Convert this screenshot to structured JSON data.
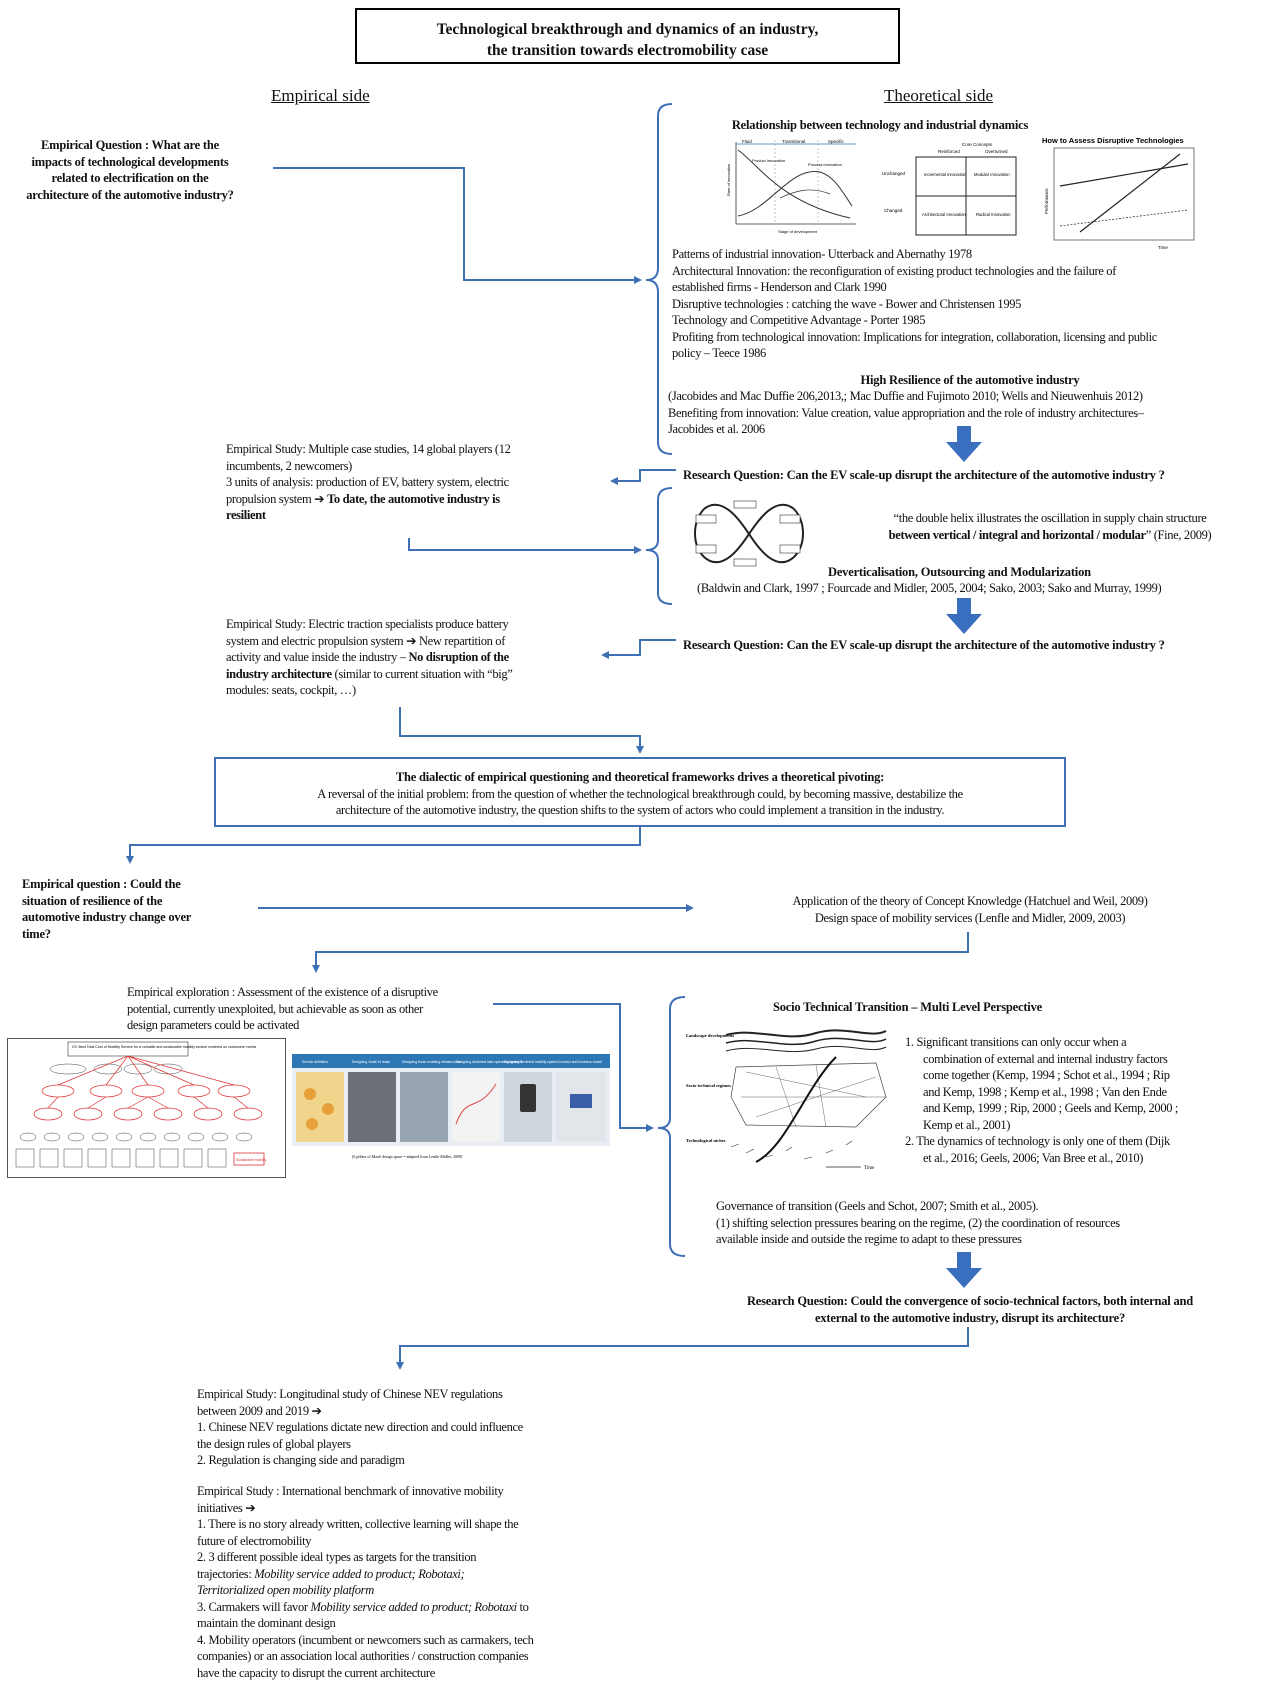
{
  "title": {
    "line1": "Technological breakthrough and dynamics of an industry,",
    "line2": "the transition  towards electromobility case"
  },
  "headers": {
    "empirical": "Empirical side",
    "theoretical": "Theoretical side"
  },
  "empirical_question_1": [
    "Empirical Question : What are the",
    "impacts of technological developments",
    "related to  electrification on the",
    "architecture of the automotive  industry?"
  ],
  "theory_block_1": {
    "heading": "Relationship between technology and  industrial dynamics",
    "references": [
      "Patterns of industrial innovation-  Utterback and Abernathy 1978",
      "Architectural Innovation: the reconfiguration of existing product technologies and the failure of",
      "established firms - Henderson and Clark 1990",
      "Disruptive technologies : catching the wave - Bower and Christensen 1995",
      "Technology and Competitive Advantage - Porter 1985",
      "Profiting from technological innovation: Implications for integration, collaboration, licensing and public",
      "policy – Teece 1986"
    ],
    "resilience_heading": "High Resilience of the automotive  industry",
    "resilience_refs": [
      "(Jacobides and Mac Duffie 206,2013,; Mac Duffie and Fujimoto 2010;  Wells and Nieuwenhuis 2012)",
      "Benefiting from innovation: Value creation, value appropriation and the role of industry architectures–",
      "Jacobides et al. 2006"
    ],
    "figures": {
      "utterback": {
        "phases": [
          "Fluid",
          "Transitional",
          "Specific"
        ],
        "labels": [
          "Product innovation",
          "Process innovation",
          "Rate of innovation",
          "Stage of development"
        ]
      },
      "henderson": {
        "top": "Core Concepts",
        "cols": [
          "Reinforced",
          "Overturned"
        ],
        "rows": [
          "Unchanged",
          "Changed"
        ],
        "cells": [
          "Incremental Innovation",
          "Modular Innovation",
          "Architectural Innovation",
          "Radical Innovation"
        ]
      },
      "christensen": {
        "title": "How to Assess Disruptive Technologies",
        "ylabel": "Performance",
        "xlabel": "Time"
      }
    }
  },
  "research_question_1": "Research Question: Can the EV scale-up disrupt the architecture of the automotive industry ?",
  "empirical_study_1": [
    "Empirical Study: Multiple case studies, 14 global players (12",
    "incumbents, 2 newcomers)",
    "3 units of analysis: production of EV, battery system, electric",
    "propulsion system",
    "To date,  the automotive  industry is",
    "resilient"
  ],
  "theory_block_2": {
    "quote_1": "“the double helix illustrates the oscillation in supply chain structure",
    "quote_2_bold": "between vertical / integral and horizontal / modular",
    "quote_2_tail": "” (Fine, 2009)",
    "heading": "Deverticalisation, Outsourcing and Modularization",
    "refs": "(Baldwin and Clark, 1997 ; Fourcade and Midler, 2005, 2004;  Sako, 2003;  Sako and Murray, 1999)"
  },
  "research_question_2": "Research Question: Can the EV scale-up disrupt the architecture of the automotive industry ?",
  "empirical_study_2": {
    "l1": "Empirical Study: Electric traction specialists produce battery",
    "l2a": "system and  electric propulsion system",
    "l2b": "New repartition of",
    "l3": "activity and value inside the industry –",
    "l3b": "No disruption of the",
    "l4b": "industry architecture",
    "l4": "(similar to current situation with “big”",
    "l5": "modules: seats, cockpit, …)"
  },
  "pivot_box": {
    "heading": "The dialectic of empirical questioning and theoretical frameworks drives a theoretical pivoting:",
    "line1": "A reversal of the initial problem: from the question of whether the technological breakthrough could, by becoming massive, destabilize the",
    "line2": "architecture of the automotive industry, the question shifts to the system of actors who could implement a transition in the industry."
  },
  "empirical_question_2": [
    "Empirical question : Could the",
    "situation of resilience of the",
    "automotive  industry change over",
    "time?"
  ],
  "ck_theory": [
    "Application of the theory of Concept Knowledge (Hatchuel and Weil, 2009)",
    "Design space of mobility services (Lenfle and Midler, 2009, 2003)"
  ],
  "empirical_exploration": [
    "Empirical exploration : Assessment of the existence of a disruptive",
    "potential, currently unexploited, but achievable as soon as other",
    "design parameters could be activated"
  ],
  "ck_tree_figure": {
    "root": "C0: Best Total Cost of Mobility Service for a versatile and sustainable mobility service centered on customers' needs",
    "bottom": "Sustainable mobility"
  },
  "pillars_figure": {
    "pillars": [
      "Service definition",
      "Designing 'chalk' to lease",
      "Designing those enabling infrastructure",
      "Designing decisions later operating systems",
      "Designing Territorial mobility system",
      "Contract and business model"
    ],
    "caption": "[6 pillars of MaaS design space = adapted from Lenfle Midler, 2009]"
  },
  "mlp_block": {
    "heading": "Socio Technical Transition – Multi Level Perspective",
    "fig_labels": [
      "Landscape developments",
      "Socio-technical regimes",
      "Technological niches",
      "Time"
    ],
    "items": [
      [
        "1.  Significant transitions can only occur when a",
        "combination of external and internal industry factors",
        "come together (Kemp, 1994 ; Schot et al., 1994 ; Rip",
        "and Kemp, 1998 ; Kemp et al., 1998 ; Van den Ende",
        "and Kemp, 1999 ; Rip, 2000 ; Geels and Kemp, 2000 ;",
        "Kemp et al., 2001)"
      ],
      [
        "2.  The dynamics of technology is only one of them (Dijk",
        "et al., 2016;  Geels, 2006;  Van Bree et al., 2010)"
      ]
    ],
    "governance": [
      "Governance of transition (Geels and Schot, 2007; Smith et al., 2005).",
      "(1)  shifting selection pressures bearing on the regime, (2) the coordination of resources",
      "available inside and outside the regime to adapt to these pressures"
    ]
  },
  "research_question_3": [
    "Research Question: Could the convergence of socio-technical factors, both internal and",
    "external to the automotive industry, disrupt its architecture?"
  ],
  "empirical_study_3": {
    "intro": [
      "Empirical Study: Longitudinal study of Chinese NEV regulations",
      "between 2009 and 2019"
    ],
    "points": [
      "1.  Chinese NEV regulations dictate new direction and could influence",
      "the design rules of global players",
      "2.  Regulation is changing side and paradigm"
    ]
  },
  "empirical_study_4": {
    "intro": [
      "Empirical Study : International benchmark of innovative mobility",
      "initiatives"
    ],
    "p1": [
      "1.  There is no story already written, collective learning will shape the",
      "future of electromobility"
    ],
    "p2a": "2.  3  different  possible  ideal  types  as  targets  for  the  transition",
    "p2b": "trajectories:",
    "p2c": "Mobility   service   added   to   product;   Robotaxi;",
    "p2d": "Territorialized open mobility platform",
    "p3a": "3.  Carmakers will favor",
    "p3b": "Mobility service added to product; Robotaxi",
    "p3c": "to",
    "p3d": "maintain the dominant design",
    "p4": [
      "4.  Mobility operators (incumbent or newcomers such as carmakers, tech",
      "companies) or an association local authorities / construction companies",
      "have the capacity to disrupt the current architecture"
    ]
  },
  "colors": {
    "connector": "#3f6fb5",
    "arrow_block": "#3a6fc0",
    "box_border": "#000000"
  }
}
